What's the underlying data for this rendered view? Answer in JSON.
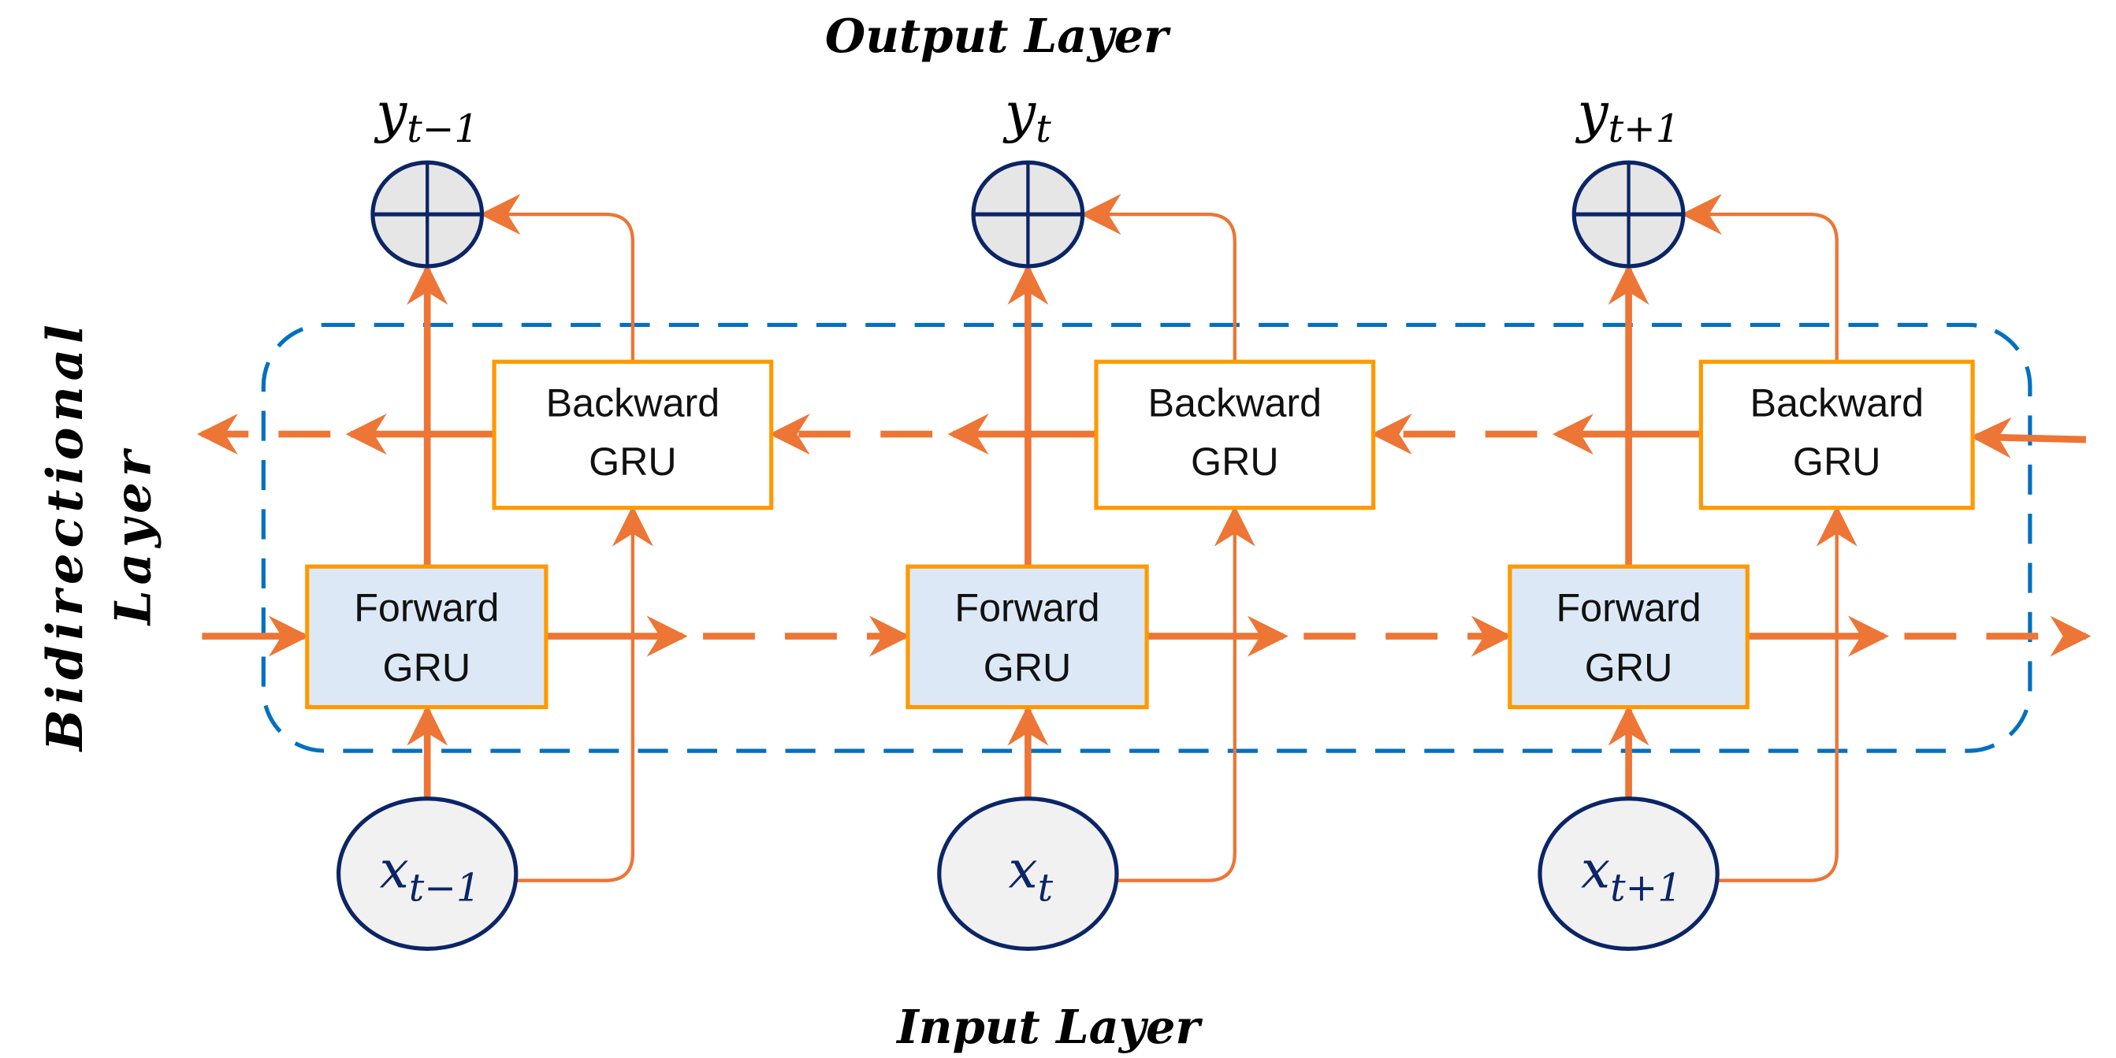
{
  "diagram": {
    "title_top": "Output Layer",
    "title_bottom": "Input Layer",
    "side_label_line1": "Bidirectional",
    "side_label_line2": "Layer",
    "colors": {
      "arrow": "#ed7535",
      "box_border": "#ff9900",
      "forward_fill": "#dce8f5",
      "backward_fill": "#ffffff",
      "node_border": "#0b2566",
      "node_fill": "#e6e6e6",
      "input_fill": "#f1f1f1",
      "dashed_frame": "#0070c0",
      "input_text": "#0b2566"
    },
    "timesteps": [
      {
        "output": {
          "base": "y",
          "sub": "t−1"
        },
        "input": {
          "base": "x",
          "sub": "t−1"
        },
        "forward": {
          "line1": "Forward",
          "line2": "GRU"
        },
        "backward": {
          "line1": "Backward",
          "line2": "GRU"
        }
      },
      {
        "output": {
          "base": "y",
          "sub": "t"
        },
        "input": {
          "base": "x",
          "sub": "t"
        },
        "forward": {
          "line1": "Forward",
          "line2": "GRU"
        },
        "backward": {
          "line1": "Backward",
          "line2": "GRU"
        }
      },
      {
        "output": {
          "base": "y",
          "sub": "t+1"
        },
        "input": {
          "base": "x",
          "sub": "t+1"
        },
        "forward": {
          "line1": "Forward",
          "line2": "GRU"
        },
        "backward": {
          "line1": "Backward",
          "line2": "GRU"
        }
      }
    ]
  }
}
